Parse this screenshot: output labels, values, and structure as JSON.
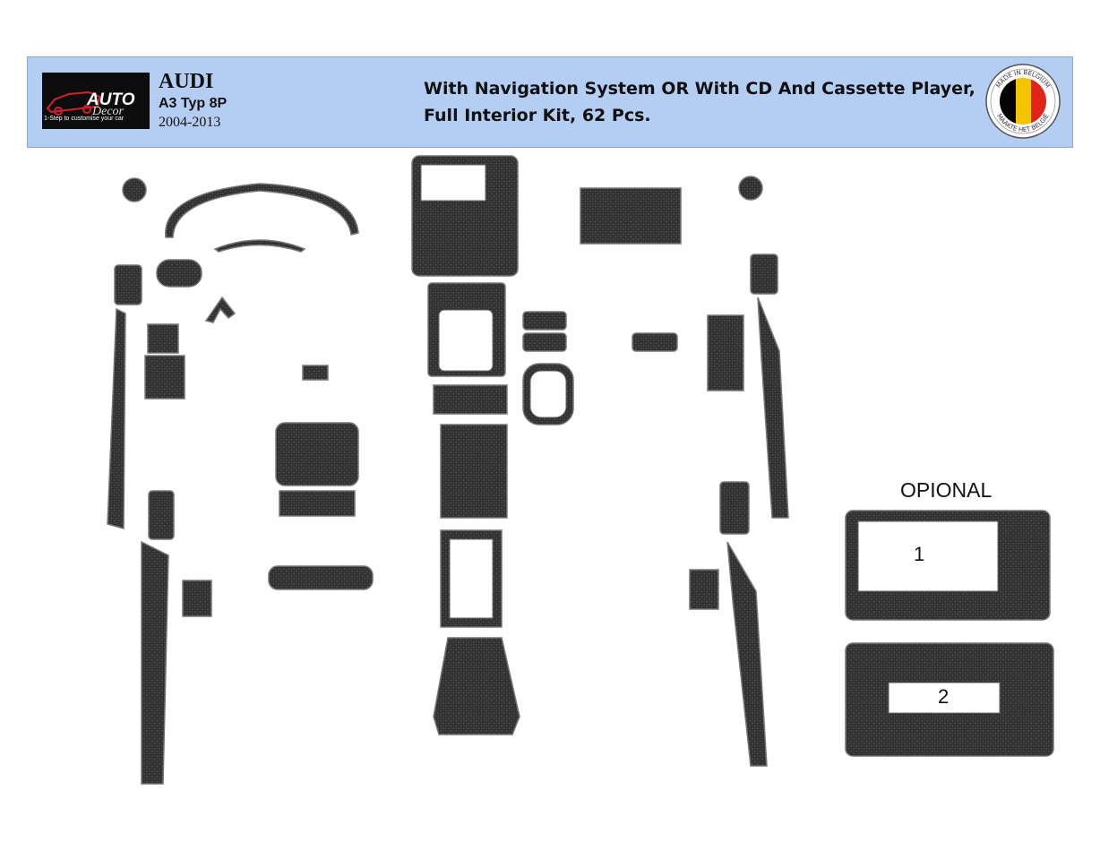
{
  "brand": {
    "logo_word": "AUTO",
    "logo_sub": "Decor",
    "logo_tagline": "1-Step to customise your car"
  },
  "product": {
    "make": "AUDI",
    "model": "A3 Typ 8P",
    "years": "2004-2013",
    "description_line1": "With Navigation System OR With CD And Cassette Player,",
    "description_line2": "Full Interior Kit, 62 Pcs."
  },
  "badge": {
    "top_text": "MADE IN BELGIUM",
    "bottom_text": "MAAKTE HET BELGIË",
    "colors": [
      "#000000",
      "#f5c400",
      "#e2231a"
    ]
  },
  "optional": {
    "title": "OPIONAL",
    "option1": "1",
    "option2": "2"
  },
  "colors": {
    "header_bg": "#b4cdf3",
    "part_dark": "#2b2b2b",
    "part_edge": "#777777"
  }
}
